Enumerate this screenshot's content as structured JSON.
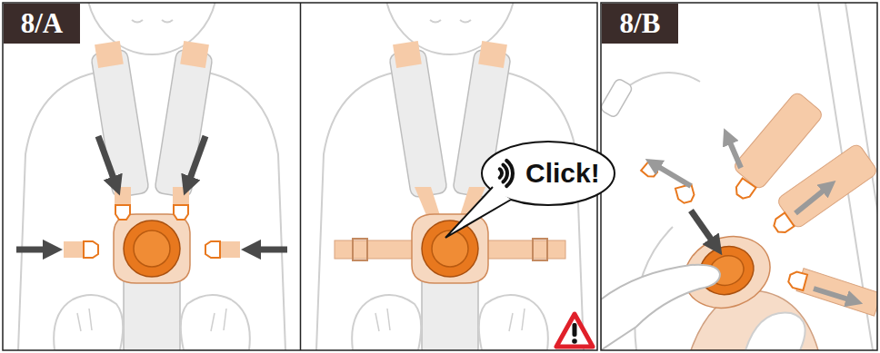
{
  "diagram": {
    "nodes": [
      {
        "text": [
          "8/A"
        ]
      },
      {
        "text": [
          "Click!"
        ]
      },
      {
        "text": [
          "8/B"
        ]
      }
    ]
  }
}
